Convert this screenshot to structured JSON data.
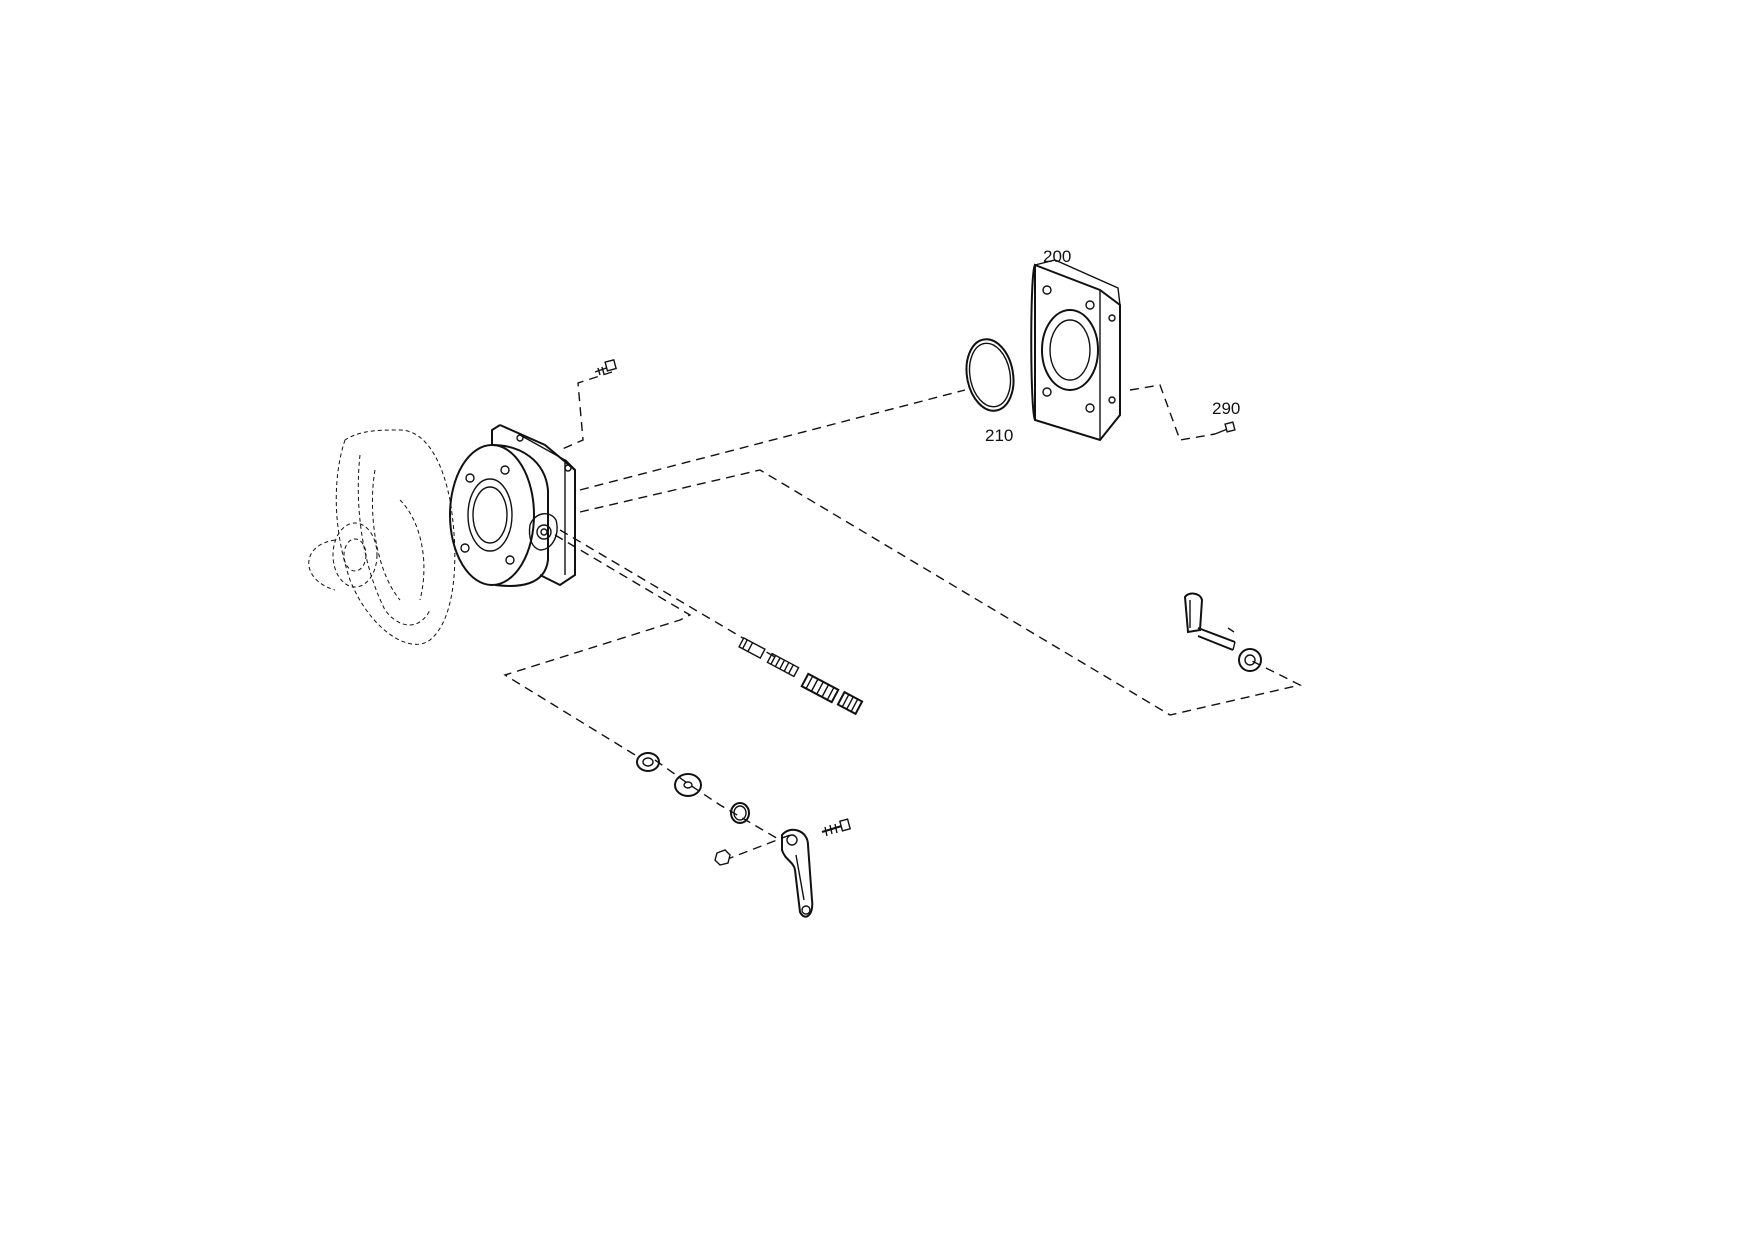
{
  "drawing": {
    "background": "#ffffff",
    "line_color": "#111111",
    "callouts": [
      {
        "id": "200",
        "label": "200"
      },
      {
        "id": "210",
        "label": "210"
      },
      {
        "id": "290",
        "label": "290"
      }
    ]
  }
}
